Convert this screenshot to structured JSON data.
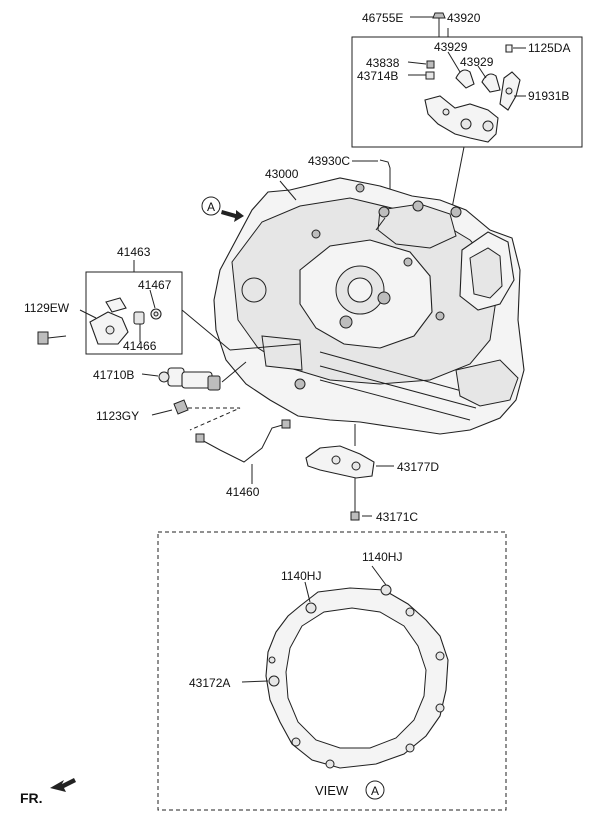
{
  "labels": {
    "p46755E": "46755E",
    "p43920": "43920",
    "p43929a": "43929",
    "p1125DA": "1125DA",
    "p43838": "43838",
    "p43929b": "43929",
    "p43714B": "43714B",
    "p91931B": "91931B",
    "p43930C": "43930C",
    "p43000": "43000",
    "viewA_letter": "A",
    "p41463": "41463",
    "p41467": "41467",
    "p1129EW": "1129EW",
    "p41466": "41466",
    "p41710B": "41710B",
    "p1123GY": "1123GY",
    "p41460": "41460",
    "p43177D": "43177D",
    "p43171C": "43171C",
    "p1140HJ_right": "1140HJ",
    "p1140HJ_left": "1140HJ",
    "p43172A": "43172A",
    "view_text": "VIEW",
    "view_circle_letter": "A",
    "front_label": "FR."
  }
}
